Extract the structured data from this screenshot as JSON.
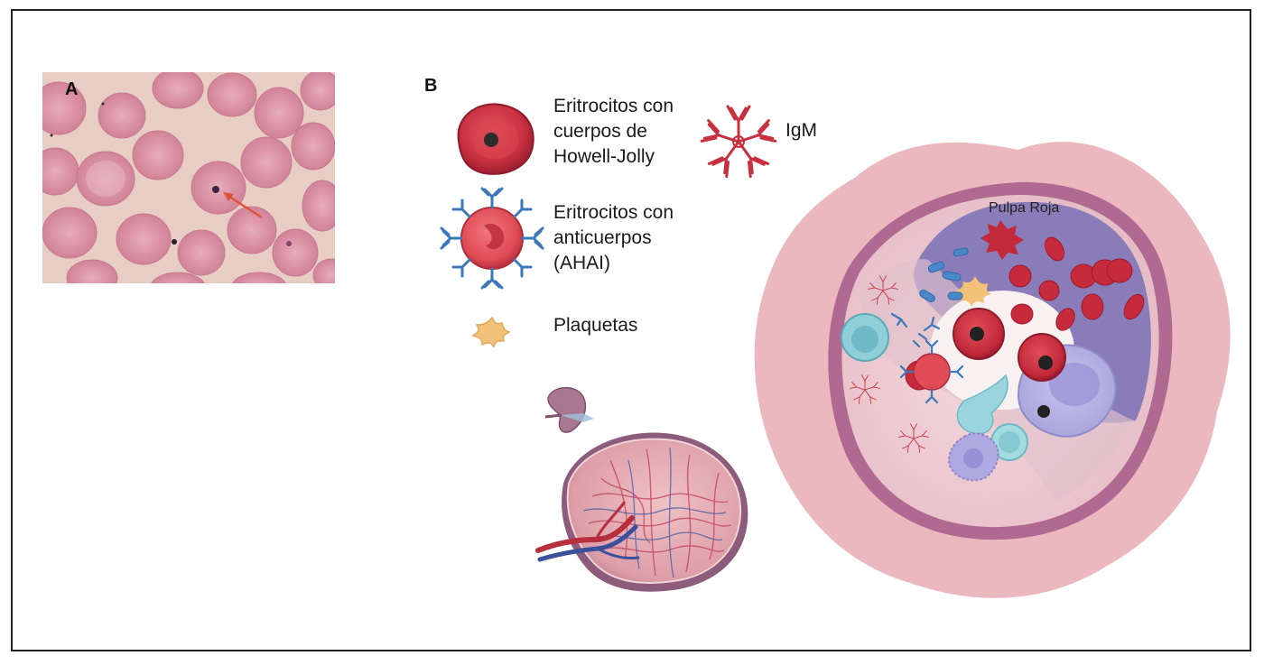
{
  "panels": {
    "a_label": "A",
    "b_label": "B"
  },
  "legend": {
    "howell_jolly": [
      "Eritrocitos con",
      "cuerpos de",
      "Howell-Jolly"
    ],
    "anticuerpos": [
      "Eritrocitos con",
      "anticuerpos",
      "(AHAI)"
    ],
    "plaquetas": "Plaquetas",
    "igm": "IgM"
  },
  "diagram": {
    "pulpa_roja": "Pulpa Roja"
  },
  "colors": {
    "rbc_smear": "#d88fa3",
    "smear_bg": "#e9cbc4",
    "rbc_red": "#c8303f",
    "antibody_blue": "#3a78b8",
    "platelet": "#f2c27a",
    "spleen_pink": "#e9b3bc",
    "red_pulp_purple": "#8a7cb8",
    "arrow": "#e0533a"
  }
}
